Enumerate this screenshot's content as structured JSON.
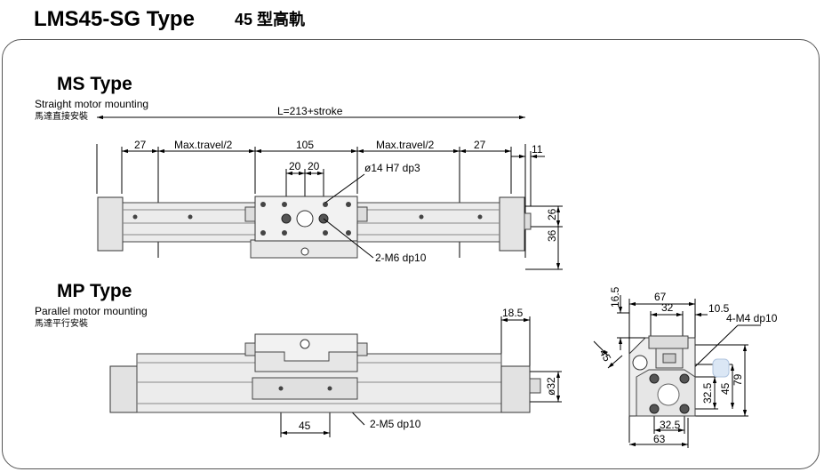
{
  "title": "LMS45-SG Type",
  "title_sub": "45 型高軌",
  "ms": {
    "title": "MS Type",
    "subtitle": "Straight motor mounting",
    "subtitle_cn": "馬達直接安裝",
    "dims": {
      "overall": "L=213+stroke",
      "d27_left": "27",
      "travel_left": "Max.travel/2",
      "d105": "105",
      "travel_right": "Max.travel/2",
      "d27_right": "27",
      "d11": "11",
      "d20a": "20",
      "d20b": "20",
      "bore": "ø14 H7 dp3",
      "tap": "2-M6 dp10",
      "d26": "26",
      "d36": "36"
    }
  },
  "mp": {
    "title": "MP Type",
    "subtitle": "Parallel motor mounting",
    "subtitle_cn": "馬達平行安裝",
    "dims": {
      "d185": "18.5",
      "d32": "ø32",
      "d45": "45",
      "tap": "2-M5 dp10"
    }
  },
  "end_view": {
    "dims": {
      "d165": "16.5",
      "d67": "67",
      "d32": "32",
      "d105": "10.5",
      "tap": "4-M4 dp10",
      "d45diag": "45",
      "d325v": "32.5",
      "d45v": "45",
      "d79": "79",
      "d325h": "32.5",
      "d63": "63"
    }
  }
}
